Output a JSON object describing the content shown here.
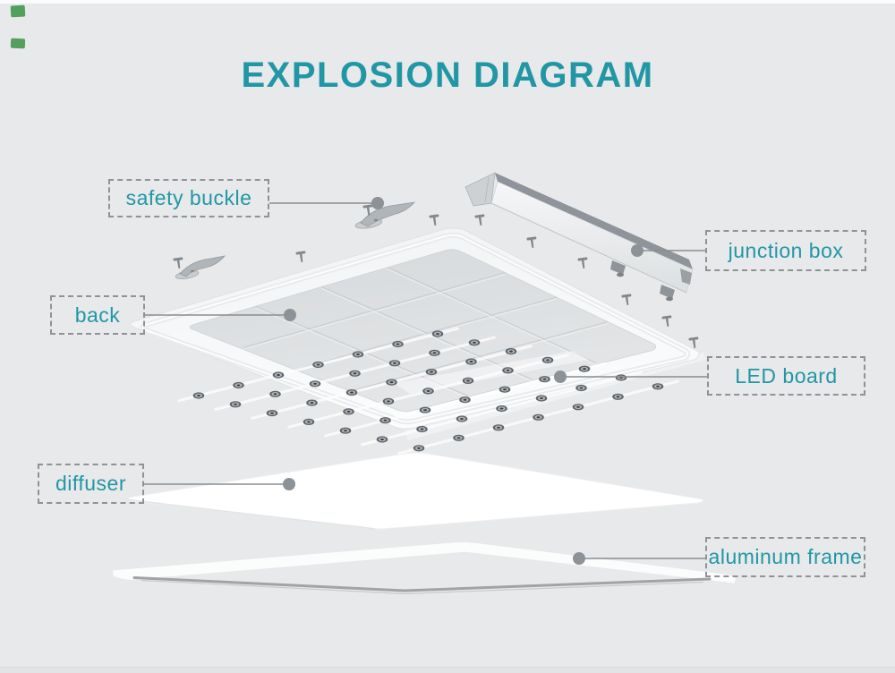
{
  "title": "EXPLOSION DIAGRAM",
  "colors": {
    "accent_teal": "#2197a5",
    "background": "#e8e9ea",
    "dashed_border": "#8e9397",
    "leader_line": "#888d90"
  },
  "labels": [
    {
      "id": "safety-buckle",
      "text": "safety buckle"
    },
    {
      "id": "junction-box",
      "text": "junction box"
    },
    {
      "id": "back",
      "text": "back"
    },
    {
      "id": "led-board",
      "text": "LED board"
    },
    {
      "id": "diffuser",
      "text": "diffuser"
    },
    {
      "id": "aluminum-frame",
      "text": "aluminum frame"
    }
  ]
}
